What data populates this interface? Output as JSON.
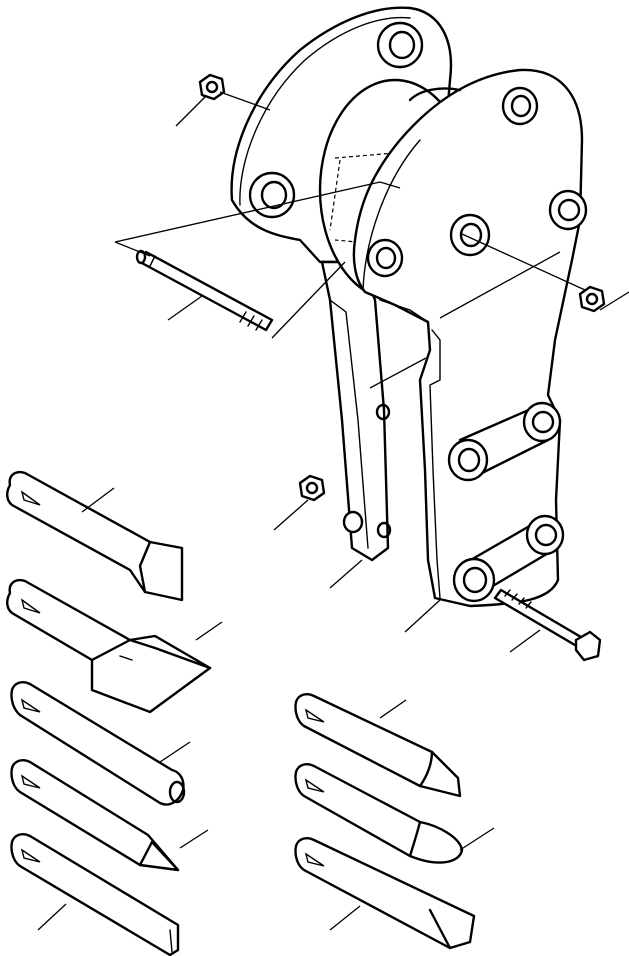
{
  "diagram": {
    "parts": [
      {
        "name": "bracket-left-plate"
      },
      {
        "name": "bracket-right-plate"
      },
      {
        "name": "retaining-pin"
      },
      {
        "name": "nut"
      },
      {
        "name": "bolt"
      },
      {
        "name": "chisel-flat"
      },
      {
        "name": "chisel-wide-blade"
      },
      {
        "name": "tool-blunt"
      },
      {
        "name": "tool-pyramid-point"
      },
      {
        "name": "tool-conical-point"
      },
      {
        "name": "tool-moil-point"
      },
      {
        "name": "chisel-narrow-blade"
      }
    ]
  }
}
